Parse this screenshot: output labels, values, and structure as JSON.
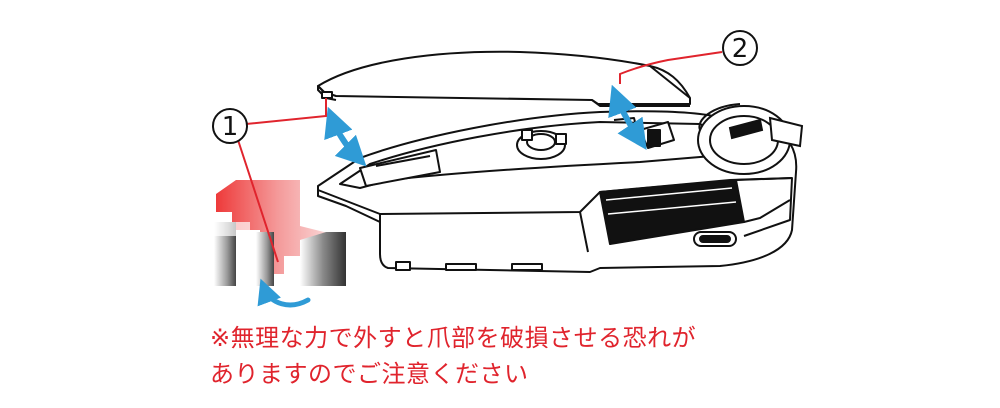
{
  "callouts": [
    {
      "number": "1",
      "target": "left-clip"
    },
    {
      "number": "2",
      "target": "right-clip"
    }
  ],
  "warning": {
    "line1": "※無理な力で外すと爪部を破損させる恐れが",
    "line2": "ありますのでご注意ください"
  },
  "colors": {
    "callout_line": "#e0242d",
    "arrow": "#2f9bd6",
    "warning_text": "#e0242d",
    "outline": "#111111"
  }
}
